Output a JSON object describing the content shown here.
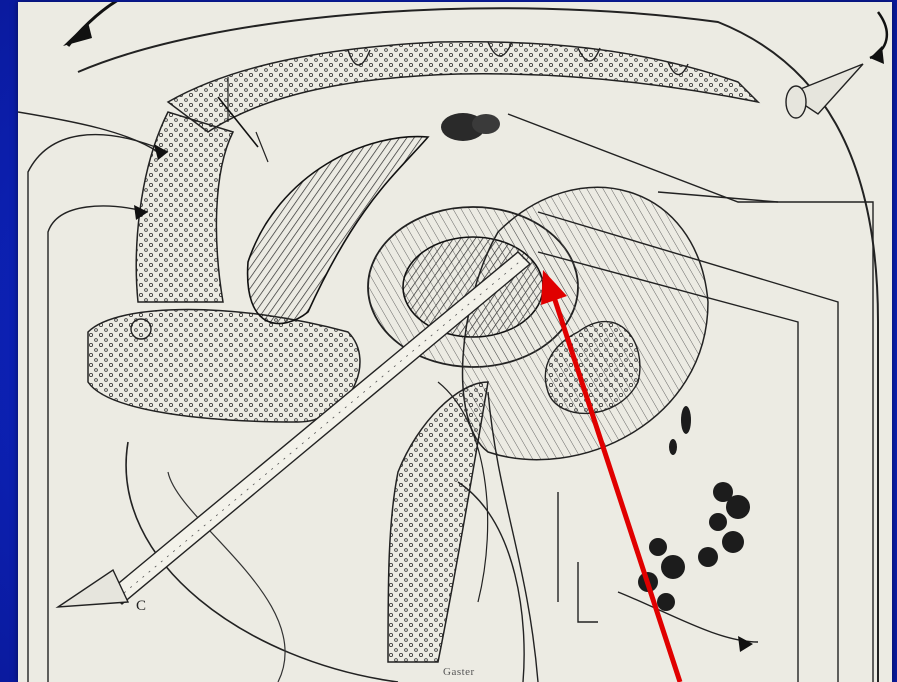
{
  "figure": {
    "letter_label": "C",
    "bottom_label": "Gaster"
  },
  "colors": {
    "background_blue": "#0b1fb3",
    "paper": "#ecebe3",
    "ink": "#1b1b1b",
    "pointer_arrow": "#e00000"
  },
  "annotation": {
    "pointer": "red-arrow"
  }
}
